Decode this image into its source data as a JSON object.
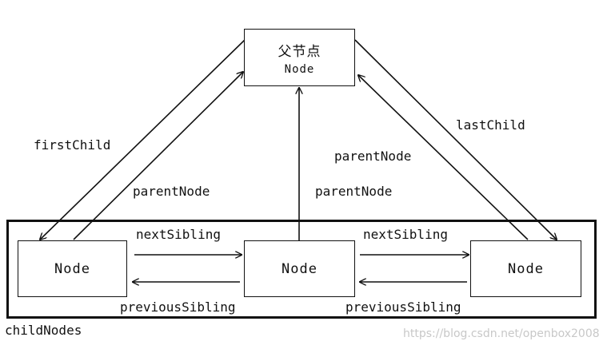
{
  "parent": {
    "title": "父节点",
    "label": "Node"
  },
  "children": {
    "node1": "Node",
    "node2": "Node",
    "node3": "Node"
  },
  "edges": {
    "first_child": "firstChild",
    "parent_node_left": "parentNode",
    "parent_node_middle": "parentNode",
    "parent_node_right": "parentNode",
    "last_child": "lastChild",
    "next_sibling_1": "nextSibling",
    "next_sibling_2": "nextSibling",
    "previous_sibling_1": "previousSibling",
    "previous_sibling_2": "previousSibling"
  },
  "container_label": "childNodes",
  "watermark": "https://blog.csdn.net/openbox2008"
}
